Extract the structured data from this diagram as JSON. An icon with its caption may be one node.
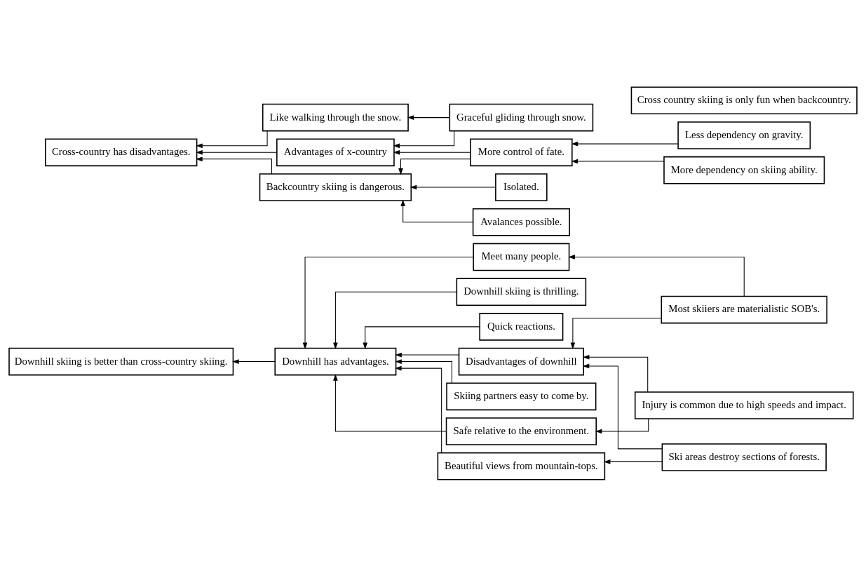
{
  "diagram": {
    "nodes": [
      {
        "text": [
          "Downhill skiing is better than cross-country skiing."
        ]
      },
      {
        "text": [
          "Downhill has advantages."
        ]
      },
      {
        "text": [
          "Disadvantages of downhill"
        ]
      },
      {
        "text": [
          "Downhill skiing is thrilling."
        ]
      },
      {
        "text": [
          "Quick reactions."
        ]
      },
      {
        "text": [
          "Meet many people."
        ]
      },
      {
        "text": [
          "Skiing partners easy to come by."
        ]
      },
      {
        "text": [
          "Safe relative to the environment."
        ]
      },
      {
        "text": [
          "Beautiful views from mountain-tops."
        ]
      },
      {
        "text": [
          "Most skiiers are materialistic SOB's."
        ]
      },
      {
        "text": [
          "Injury is common due to high speeds and impact."
        ]
      },
      {
        "text": [
          "Ski areas destroy sections of forests."
        ]
      },
      {
        "text": [
          "Cross-country has disadvantages."
        ]
      },
      {
        "text": [
          "Advantages of x-country"
        ]
      },
      {
        "text": [
          "Like walking through the snow."
        ]
      },
      {
        "text": [
          "Cross country skiing is only fun when backcountry."
        ]
      },
      {
        "text": [
          "Backcountry skiing is dangerous."
        ]
      },
      {
        "text": [
          "Graceful gliding through snow."
        ]
      },
      {
        "text": [
          "More control of fate."
        ]
      },
      {
        "text": [
          "Isolated."
        ]
      },
      {
        "text": [
          "Avalances possible."
        ]
      },
      {
        "text": [
          "Less dependency on gravity."
        ]
      },
      {
        "text": [
          "More dependency on skiing ability."
        ]
      }
    ],
    "edges": [
      {
        "from": 1,
        "to": 0,
        "arrow": "to"
      },
      {
        "from": 2,
        "to": 1,
        "arrow": "to"
      },
      {
        "from": 3,
        "to": 1,
        "arrow": "to"
      },
      {
        "from": 4,
        "to": 1,
        "arrow": "to"
      },
      {
        "from": 5,
        "to": 1,
        "arrow": "to"
      },
      {
        "from": 6,
        "to": 1,
        "arrow": "to"
      },
      {
        "from": 7,
        "to": 1,
        "arrow": "to"
      },
      {
        "from": 8,
        "to": 1,
        "arrow": "to"
      },
      {
        "from": 9,
        "to": 2,
        "arrow": "to"
      },
      {
        "from": 9,
        "to": 5,
        "arrow": "to"
      },
      {
        "from": 10,
        "to": 2,
        "arrow": "to"
      },
      {
        "from": 10,
        "to": 7,
        "arrow": "to"
      },
      {
        "from": 11,
        "to": 2,
        "arrow": "to"
      },
      {
        "from": 11,
        "to": 8,
        "arrow": "to"
      },
      {
        "from": 13,
        "to": 12,
        "arrow": "to"
      },
      {
        "from": 14,
        "to": 12,
        "arrow": "to"
      },
      {
        "from": 16,
        "to": 12,
        "arrow": "to"
      },
      {
        "from": 17,
        "to": 13,
        "arrow": "to"
      },
      {
        "from": 17,
        "to": 14,
        "arrow": "to"
      },
      {
        "from": 18,
        "to": 13,
        "arrow": "to"
      },
      {
        "from": 18,
        "to": 16,
        "arrow": "to"
      },
      {
        "from": 19,
        "to": 16,
        "arrow": "to"
      },
      {
        "from": 20,
        "to": 16,
        "arrow": "to"
      },
      {
        "from": 21,
        "to": 18,
        "arrow": "to"
      },
      {
        "from": 22,
        "to": 18,
        "arrow": "to"
      }
    ]
  }
}
